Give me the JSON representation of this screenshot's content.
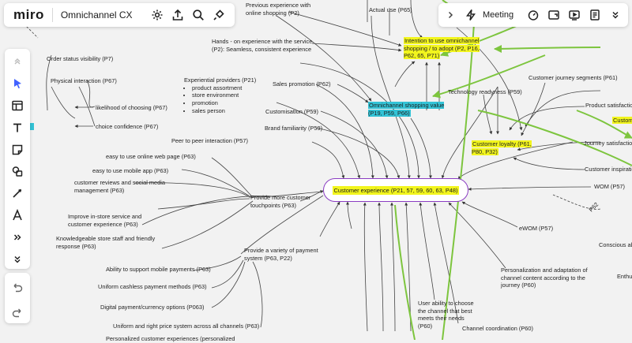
{
  "app": {
    "logo": "miro",
    "board_title": "Omnichannel CX"
  },
  "toolbar_right": {
    "meeting_label": "Meeting"
  },
  "left_tools": [
    "chevron-up-icon",
    "cursor-icon",
    "table-icon",
    "text-icon",
    "sticky-note-icon",
    "shapes-icon",
    "pen-icon",
    "lettering-icon",
    "more-tools-icon",
    "collapse-icon"
  ],
  "undo_panel": [
    "undo-icon",
    "redo-icon"
  ],
  "center_node": "Customer experience (P21, 57, 59, 60, 63, P48)",
  "highlighted": {
    "intention": "Intention to use omnichannel shopping / to adopt (P2, P16, P62, 65, P71)",
    "omnichannel_value": "Omnichannel shopping value (P19, P59, P66)",
    "loyalty": "Customer loyalty (P61, P80, P32)",
    "cut_custom": "Custom"
  },
  "experiential_providers": {
    "title": "Experiential providers (P21)",
    "items": [
      "product assortment",
      "store environment",
      "promotion",
      "sales person"
    ]
  },
  "labels": {
    "prev_experience": "Previous experience with\nonline shopping (P2)",
    "actual_use": "Actual use (P65)",
    "hands_on": "Hands - on experience with the service\n(P2): Seamless, consistent experience",
    "order_status": "Order status visibility (P7)",
    "physical": "Physical interaction (P67)",
    "likelihood": "likelihood of choosing (P67)",
    "choice_conf": "choice confidence (P67)",
    "sales_promo": "Sales promotion (P62)",
    "tech_ready": "Technology readyness (P59)",
    "journey_segments": "Customer journey segments (P61)",
    "product_sat": "Product satisfaction",
    "customisation": "Customisation (P59)",
    "brand_fam": "Brand familiarity (P59)",
    "journey_sat": "Journey satisfaction",
    "peer": "Peer to peer interaction (P57)",
    "customer_insp": "Customer inspiration",
    "online_web": "easy to use online web page (P63)",
    "mobile_app": "easy to use mobile app (P63)",
    "reviews": "customer reviews and social media\nmanagement (P63)",
    "touchpoints": "Provide more customer\ntouchpoints (P63)",
    "wom": "WOM (P57)",
    "p62": "P62",
    "instore": "Improve in-store service and\ncustomer experience (P63)",
    "ewom": "eWOM (P57)",
    "conscious": "Conscious ab",
    "staff": "Knowledgeable store staff and friendly\nresponse (P63)",
    "variety": "Provide a variety of payment\nsystem (P63, P22)",
    "mobile_pay": "Ability to support mobile payments (P63)",
    "personalization": "Personalization and adaptation of\nchannel content according to the\njourney (P60)",
    "enth": "Enthu",
    "cashless": "Uniform cashless payment methods (P63)",
    "digital_pay": "Digital payment/currency options (P063)",
    "user_ability": "User ability to choose\nthe channel that best\nmeets their needs\n(P60)",
    "uniform_price": "Uniform and right price system across all channels (P63)",
    "channel_coord": "Channel coordination (P60)",
    "personalized_exp": "Personalized customer experiences (personalized"
  },
  "colors": {
    "highlight_yellow": "#f2f51d",
    "highlight_cyan": "#33c3d6",
    "node_border": "#8a3cc2",
    "green_arrow": "#7dc53e"
  }
}
